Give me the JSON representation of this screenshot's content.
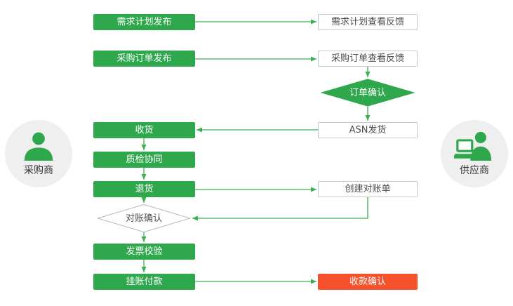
{
  "actors": {
    "buyer": {
      "label": "采购商"
    },
    "supplier": {
      "label": "供应商"
    }
  },
  "nodes": {
    "demand_plan_publish": {
      "label": "需求计划发布"
    },
    "demand_plan_feedback": {
      "label": "需求计划查看反馈"
    },
    "purchase_order_publish": {
      "label": "采购订单发布"
    },
    "purchase_order_feedback": {
      "label": "采购订单查看反馈"
    },
    "order_confirm": {
      "label": "订单确认"
    },
    "asn_ship": {
      "label": "ASN发货"
    },
    "receive_goods": {
      "label": "收货"
    },
    "quality_collab": {
      "label": "质检协同"
    },
    "return_goods": {
      "label": "退货"
    },
    "create_statement": {
      "label": "创建对账单"
    },
    "statement_confirm": {
      "label": "对账确认"
    },
    "invoice_verify": {
      "label": "发票校验"
    },
    "book_payment": {
      "label": "挂账付款"
    },
    "payment_confirm": {
      "label": "收款确认"
    }
  },
  "colors": {
    "primary_green": "#2fa84d",
    "arrow_green": "#3bb14e",
    "alert_red": "#f4512c",
    "box_border": "#c8c8c8",
    "text_dark": "#4d4d4d",
    "actor_bg": "#efefef"
  }
}
